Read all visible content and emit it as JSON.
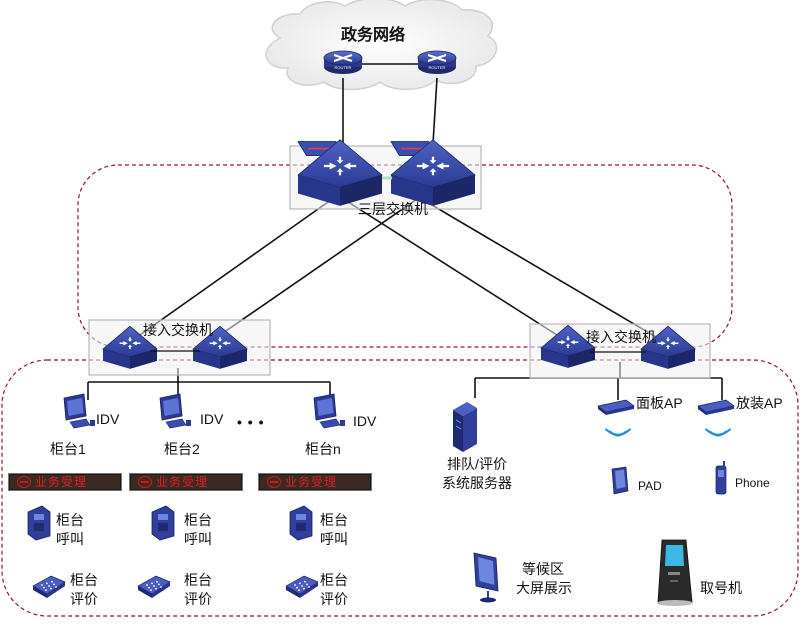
{
  "cloud": {
    "label": "政务网络",
    "router_caption": "ROUTER"
  },
  "core_switch": {
    "label": "三层交换机"
  },
  "access_left": {
    "label": "接入交换机"
  },
  "access_right": {
    "label": "接入交换机"
  },
  "counters": [
    {
      "idv": "IDV",
      "name": "柜台1",
      "led": "业务受理",
      "call": "柜台\n呼叫",
      "eval": "柜台\n评价"
    },
    {
      "idv": "IDV",
      "name": "柜台2",
      "led": "业务受理",
      "call": "柜台\n呼叫",
      "eval": "柜台\n评价"
    },
    {
      "idv": "IDV",
      "name": "柜台n",
      "led": "业务受理",
      "call": "柜台\n呼叫",
      "eval": "柜台\n评价"
    }
  ],
  "ellipsis": "• • •",
  "server": {
    "label_line1": "排队/评价",
    "label_line2": "系统服务器"
  },
  "ap_panel": {
    "label": "面板AP"
  },
  "ap_mount": {
    "label": "放装AP"
  },
  "pad": {
    "label": "PAD"
  },
  "phone": {
    "label": "Phone"
  },
  "waiting_screen": {
    "label_line1": "等候区",
    "label_line2": "大屏展示"
  },
  "ticket_machine": {
    "label": "取号机"
  },
  "colors": {
    "switch_blue": "#2f3f9a",
    "zone_border": "#8b1a2a",
    "box_border": "#b8b8b8",
    "wifi_blue": "#1c8fe0"
  }
}
